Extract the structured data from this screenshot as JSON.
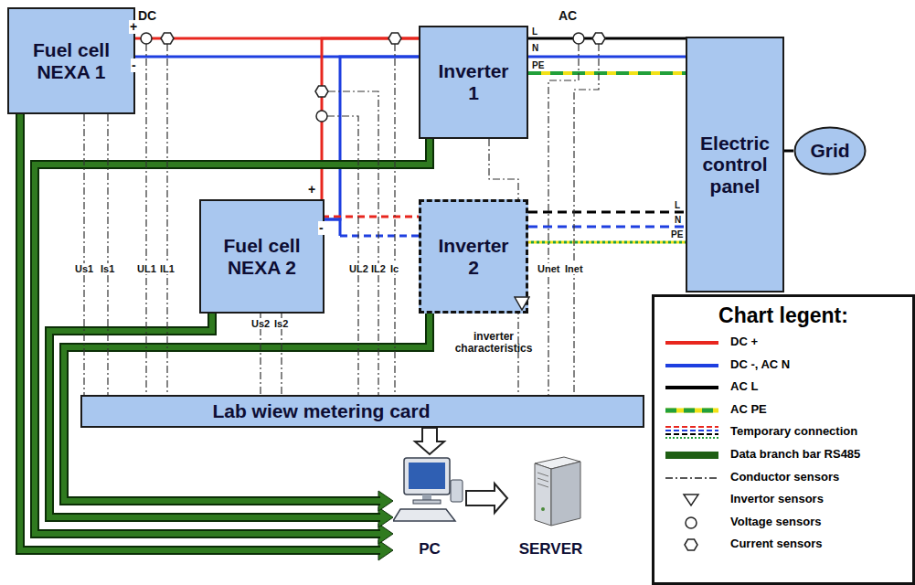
{
  "diagram": {
    "nodes": [
      {
        "text": [
          "Fuel cell NEXA 1"
        ]
      },
      {
        "text": [
          "Inverter 1"
        ]
      },
      {
        "text": [
          "Electric control panel"
        ]
      },
      {
        "text": [
          "Grid"
        ]
      },
      {
        "text": [
          "Fuel cell NEXA 2"
        ]
      },
      {
        "text": [
          "Inverter 2"
        ]
      },
      {
        "text": [
          "Lab wiew metering card"
        ]
      },
      {
        "text": [
          "PC"
        ]
      },
      {
        "text": [
          "SERVER"
        ]
      },
      {
        "text": [
          "Chart legent:"
        ]
      }
    ],
    "edges": [
      {
        "from": 0,
        "to": 1,
        "arrow": "none"
      },
      {
        "from": 4,
        "to": 1,
        "arrow": "none"
      },
      {
        "from": 4,
        "to": 5,
        "arrow": "none"
      },
      {
        "from": 1,
        "to": 2,
        "arrow": "none"
      },
      {
        "from": 5,
        "to": 2,
        "arrow": "none"
      },
      {
        "from": 2,
        "to": 3,
        "arrow": "none"
      },
      {
        "from": 0,
        "to": 7,
        "arrow": "to"
      },
      {
        "from": 1,
        "to": 7,
        "arrow": "to"
      },
      {
        "from": 4,
        "to": 7,
        "arrow": "to"
      },
      {
        "from": 5,
        "to": 7,
        "arrow": "to"
      },
      {
        "from": 6,
        "to": 7,
        "arrow": "to"
      },
      {
        "from": 7,
        "to": 8,
        "arrow": "to"
      }
    ],
    "labels": [
      "DC",
      "+",
      "-",
      "AC",
      "L",
      "N",
      "PE",
      "+",
      "-",
      "L",
      "N",
      "PE",
      "Us1",
      "Is1",
      "UL1",
      "IL1",
      "UL2",
      "IL2",
      "Ic",
      "Unet",
      "Inet",
      "Us2",
      "Is2",
      "inverter characteristics"
    ],
    "legend": [
      {
        "text": "DC +",
        "color": "#e8261e"
      },
      {
        "text": "DC -, AC N",
        "color": "#1e3fe0"
      },
      {
        "text": "AC L",
        "color": "#000000"
      },
      {
        "text": "AC PE"
      },
      {
        "text": "Temporary connection"
      },
      {
        "text": "Data branch bar RS485",
        "color": "#1f5f14"
      },
      {
        "text": "Conductor sensors"
      },
      {
        "text": "Invertor sensors"
      },
      {
        "text": "Voltage sensors"
      },
      {
        "text": "Current sensors"
      }
    ]
  }
}
